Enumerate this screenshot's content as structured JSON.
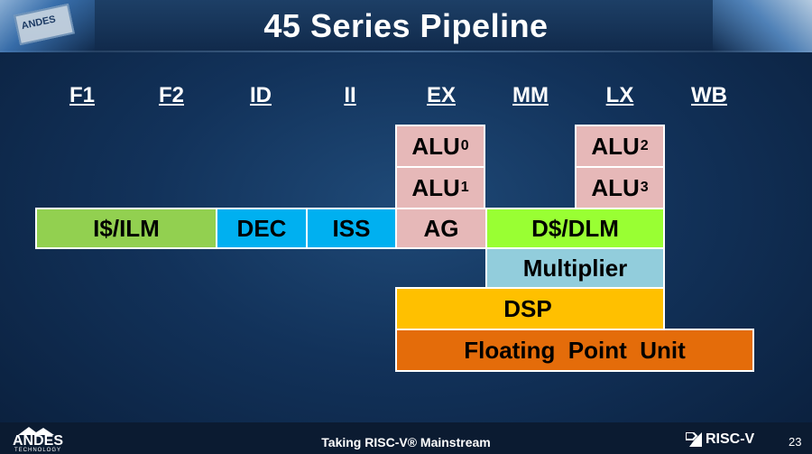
{
  "slide": {
    "title": "45 Series Pipeline",
    "corner_chip_text": "ANDES"
  },
  "stages": [
    "F1",
    "F2",
    "ID",
    "II",
    "EX",
    "MM",
    "LX",
    "WB"
  ],
  "blocks": {
    "alu0": {
      "name": "ALU",
      "sub": "0"
    },
    "alu1": {
      "name": "ALU",
      "sub": "1"
    },
    "alu2": {
      "name": "ALU",
      "sub": "2"
    },
    "alu3": {
      "name": "ALU",
      "sub": "3"
    },
    "icache": "I$/ILM",
    "dec": "DEC",
    "iss": "ISS",
    "ag": "AG",
    "dcache": "D$/DLM",
    "multiplier": "Multiplier",
    "dsp": "DSP",
    "fpu": "Floating  Point  Unit"
  },
  "colors": {
    "alu": "#e6b8b8",
    "icache": "#92d050",
    "dec_iss": "#00b0f0",
    "dcache": "#99ff33",
    "multiplier": "#92cddc",
    "dsp": "#ffc000",
    "fpu": "#e46c0a"
  },
  "footer": {
    "logo_name": "ANDES",
    "logo_sub": "TECHNOLOGY",
    "tagline": "Taking RISC-V® Mainstream",
    "riscv_logo": "RISC-V",
    "page_number": "23"
  }
}
